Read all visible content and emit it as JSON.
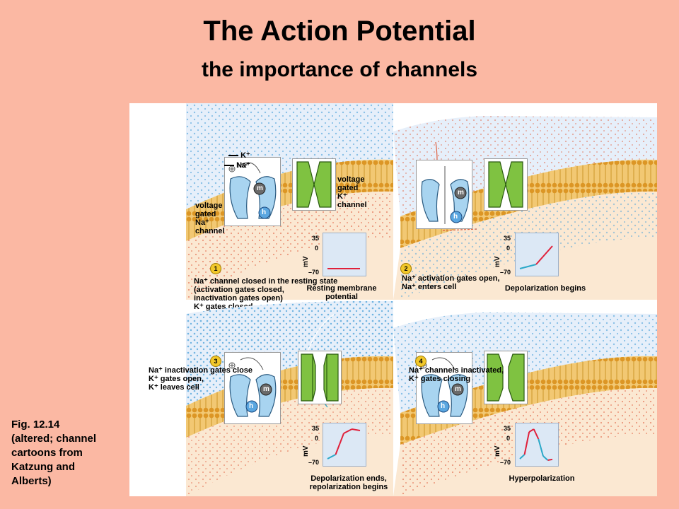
{
  "header": {
    "title": "The Action Potential",
    "subtitle": "the importance of channels"
  },
  "caption": {
    "lines": [
      "Fig. 12.14",
      "(altered; channel",
      "cartoons from",
      "Katzung and",
      "Alberts)"
    ]
  },
  "legend": {
    "k_label": "K⁺",
    "na_label": "Na⁺"
  },
  "labels": {
    "na_channel": [
      "voltage",
      "gated",
      "Na⁺",
      "channel"
    ],
    "k_channel": [
      "voltage",
      "gated",
      "K⁺",
      "channel"
    ],
    "gate_m": "m",
    "gate_h": "h",
    "na_ion": "Na⁺",
    "mv": "mV",
    "tick_top": "35",
    "tick_mid": "0",
    "tick_low": "–70"
  },
  "panels": [
    {
      "number": "1",
      "desc": [
        "Na⁺ channel closed in the resting state",
        "(activation gates closed,",
        "inactivation gates open)",
        "K⁺ gates closed"
      ],
      "graph_title": [
        "Resting membrane",
        "potential"
      ],
      "trace": [
        [
          -70,
          -70
        ]
      ]
    },
    {
      "number": "2",
      "desc": [
        "Na⁺ activation gates open,",
        "Na⁺ enters cell"
      ],
      "graph_title": [
        "Depolarization begins"
      ],
      "trace": [
        [
          -70,
          -55,
          10
        ]
      ]
    },
    {
      "number": "3",
      "desc": [
        "Na⁺ inactivation gates close",
        "K⁺ gates open,",
        "K⁺ leaves cell"
      ],
      "graph_title": [
        "Depolarization ends,",
        "repolarization begins"
      ],
      "trace": [
        [
          -70,
          -55,
          20,
          35,
          30
        ]
      ]
    },
    {
      "number": "4",
      "desc": [
        "Na⁺ channels inactivated,",
        "K⁺ gates closing"
      ],
      "graph_title": [
        "Hyperpolarization"
      ],
      "trace": [
        [
          -70,
          -55,
          25,
          35,
          0,
          -60,
          -75,
          -72
        ]
      ]
    }
  ],
  "colors": {
    "background": "#fbb8a3",
    "membrane": "#f0b848",
    "na_channel": "#a8d4f0",
    "k_channel": "#7fc241",
    "na_dots": "#4aa0d8",
    "k_dots": "#e06040",
    "trace_rising": "#e0203a",
    "trace_base": "#2aa8c8"
  }
}
